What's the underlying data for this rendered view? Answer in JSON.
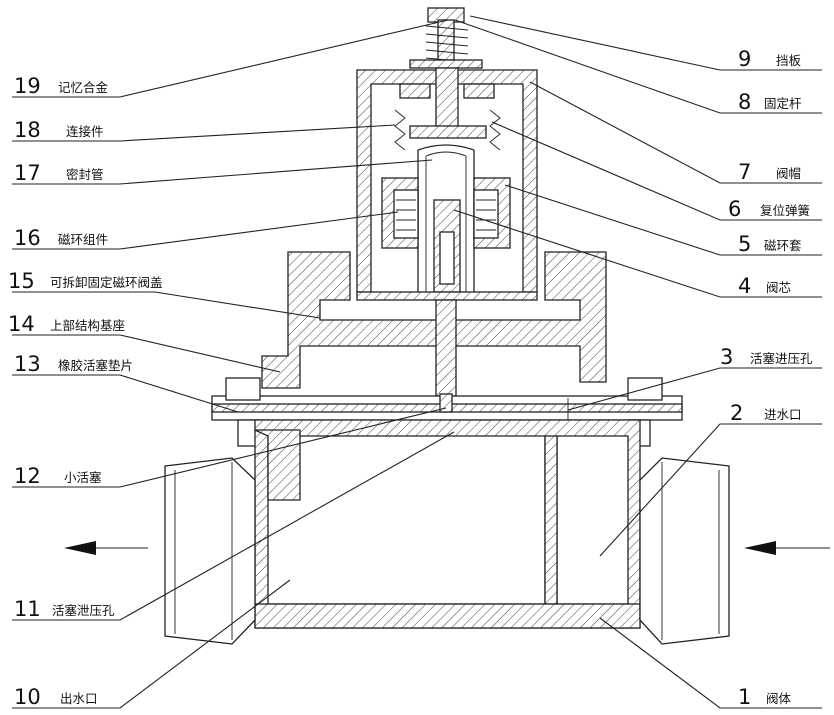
{
  "labels": [
    {
      "num": "19",
      "text": "记忆合金"
    },
    {
      "num": "18",
      "text": "连接件"
    },
    {
      "num": "17",
      "text": "密封管"
    },
    {
      "num": "16",
      "text": "磁环组件"
    },
    {
      "num": "15",
      "text": "可拆卸固定磁环阀盖"
    },
    {
      "num": "14",
      "text": "上部结构基座"
    },
    {
      "num": "13",
      "text": "橡胶活塞垫片"
    },
    {
      "num": "12",
      "text": "小活塞"
    },
    {
      "num": "11",
      "text": "活塞泄压孔"
    },
    {
      "num": "10",
      "text": "出水口"
    },
    {
      "num": "9",
      "text": "挡板"
    },
    {
      "num": "8",
      "text": "固定杆"
    },
    {
      "num": "7",
      "text": "阀帽"
    },
    {
      "num": "6",
      "text": "复位弹簧"
    },
    {
      "num": "5",
      "text": "磁环套"
    },
    {
      "num": "4",
      "text": "阀芯"
    },
    {
      "num": "3",
      "text": "活塞进压孔"
    },
    {
      "num": "2",
      "text": "进水口"
    },
    {
      "num": "1",
      "text": "阀体"
    }
  ],
  "flow": {
    "outlet_arrow_icon": "arrow-left-icon",
    "inlet_arrow_icon": "arrow-left-icon"
  },
  "colors": {
    "line": "#222222",
    "background": "#ffffff"
  }
}
